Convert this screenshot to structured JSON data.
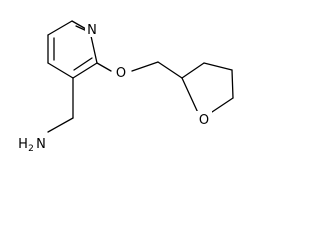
{
  "molecule": {
    "atoms": {
      "pyridine_n": "N",
      "ether_o": "O",
      "ring_o": "O",
      "amine_h": "H",
      "amine_h_count": "2",
      "amine_n": "N"
    }
  }
}
